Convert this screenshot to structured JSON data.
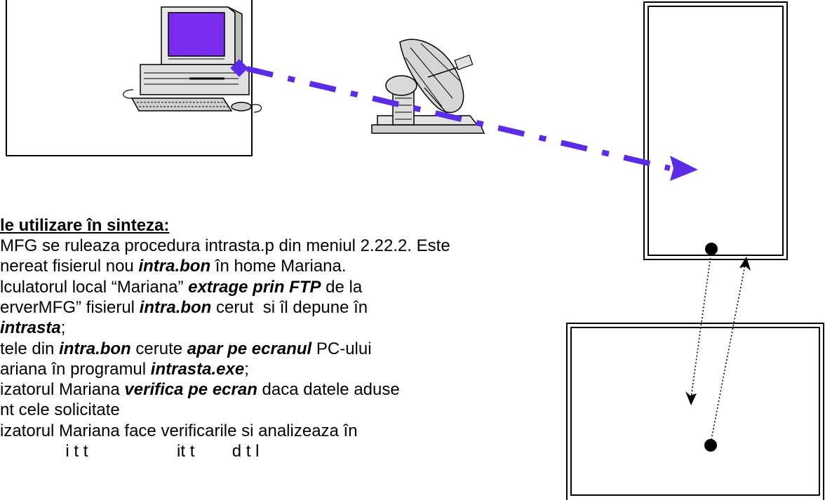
{
  "heading": "le utilizare în sinteza:",
  "lines": [
    [
      {
        "t": "MFG se ruleaza procedura intrasta.p din meniul 2.22.2. Este"
      }
    ],
    [
      {
        "t": "nereat fisierul nou "
      },
      {
        "t": "intra.bon",
        "em": true
      },
      {
        "t": " în home Mariana."
      }
    ],
    [
      {
        "t": "lculatorul local “Mariana” "
      },
      {
        "t": "extrage prin FTP",
        "em": true
      },
      {
        "t": " de la"
      }
    ],
    [
      {
        "t": "erverMFG” fisierul "
      },
      {
        "t": "intra.bon",
        "em": true
      },
      {
        "t": " cerut  si îl depune în"
      }
    ],
    [
      {
        "t": "intrasta",
        "em": true
      },
      {
        "t": ";"
      }
    ],
    [
      {
        "t": "tele din "
      },
      {
        "t": "intra.bon",
        "em": true
      },
      {
        "t": " cerute "
      },
      {
        "t": "apar pe ecranul",
        "em": true
      },
      {
        "t": " PC-ului"
      }
    ],
    [
      {
        "t": "ariana în programul "
      },
      {
        "t": "intrasta.exe",
        "em": true
      },
      {
        "t": ";"
      }
    ],
    [
      {
        "t": "izatorul Mariana "
      },
      {
        "t": "verifica pe ecran",
        "em": true
      },
      {
        "t": " daca datele aduse"
      }
    ],
    [
      {
        "t": "nt cele solicitate"
      }
    ],
    [
      {
        "t": "izatorul Mariana face verificarile si analizeaza în"
      }
    ],
    [
      {
        "t": "              i t t                   it t        d t l"
      }
    ]
  ],
  "colors": {
    "arrow": "#5b2be8",
    "ink": "#000000",
    "screen": "#7a2df0"
  },
  "icons": [
    "desktop-computer-icon",
    "satellite-dish-icon"
  ]
}
